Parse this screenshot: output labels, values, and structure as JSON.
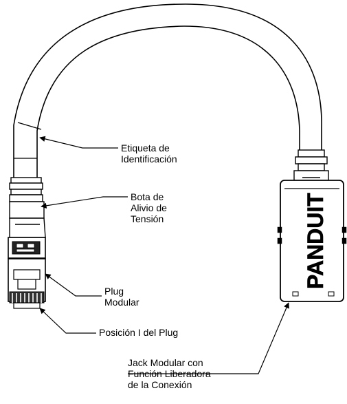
{
  "labels": {
    "etiqueta": [
      "Etiqueta de",
      "Identificación"
    ],
    "bota": [
      "Bota de",
      "Alivio de",
      "Tensión"
    ],
    "plug": [
      "Plug",
      "Modular"
    ],
    "posicion": [
      "Posición I del Plug"
    ],
    "jack": [
      "Jack Modular con",
      "Función Liberadora",
      "de la Conexión"
    ]
  },
  "brand": "PANDUIT"
}
